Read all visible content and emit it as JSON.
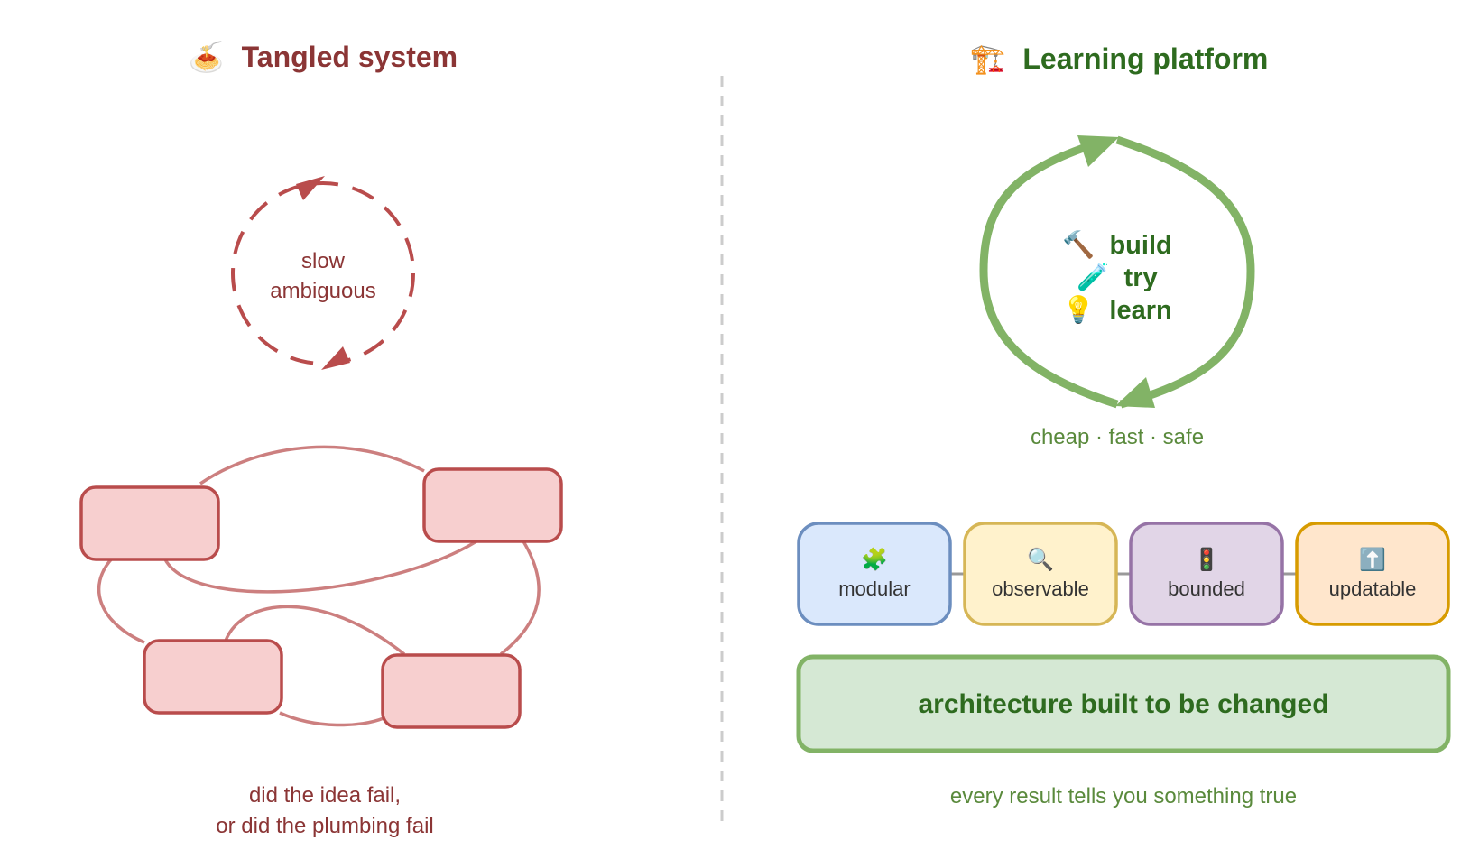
{
  "left": {
    "title_icon": "🍝",
    "title": "Tangled system",
    "cycle_label_1": "slow",
    "cycle_label_2": "ambiguous",
    "caption_1": "did the idea fail,",
    "caption_2": "or did the plumbing fail",
    "color": "#8b3535",
    "node_fill": "#f7cfcf",
    "node_stroke": "#b94c4c",
    "wire_color": "#cc7f7f"
  },
  "right": {
    "title_icon": "🏗️",
    "title": "Learning platform",
    "loop_steps": [
      {
        "icon": "🔨",
        "label": "build"
      },
      {
        "icon": "🧪",
        "label": "try"
      },
      {
        "icon": "💡",
        "label": "learn"
      }
    ],
    "loop_caption": "cheap · fast · safe",
    "properties": [
      {
        "icon": "🧩",
        "label": "modular",
        "fill": "#dae8fc",
        "stroke": "#6c8ebf",
        "text": "#1f3a5f"
      },
      {
        "icon": "🔍",
        "label": "observable",
        "fill": "#fff2cc",
        "stroke": "#d6b656",
        "text": "#6b5a12"
      },
      {
        "icon": "🚦",
        "label": "bounded",
        "fill": "#e1d5e7",
        "stroke": "#9673a6",
        "text": "#4a2d5a"
      },
      {
        "icon": "⬆️",
        "label": "updatable",
        "fill": "#ffe6cc",
        "stroke": "#d79b00",
        "text": "#6b4a00"
      }
    ],
    "banner": "architecture built to be changed",
    "footer": "every result tells you something true",
    "color": "#2e6b1f",
    "accent": "#82b366",
    "banner_fill": "#d5e8d4"
  }
}
